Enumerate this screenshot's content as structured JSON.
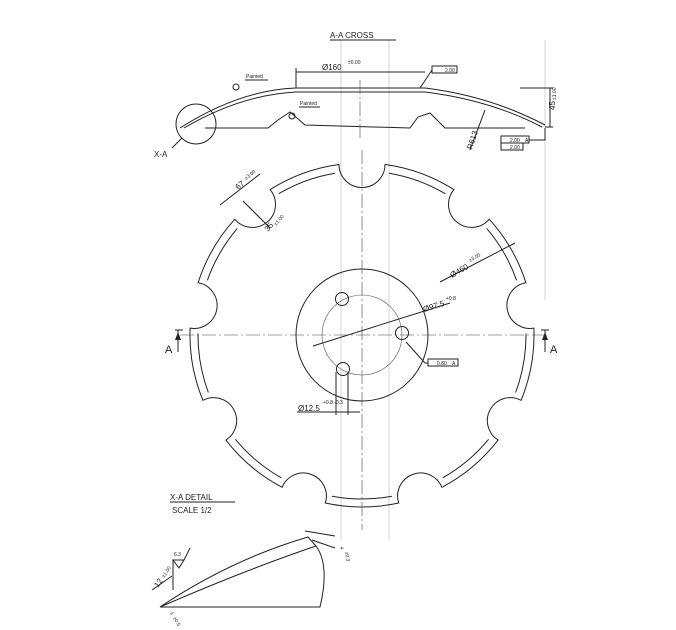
{
  "section_title": "A-A CROSS",
  "section_labels": {
    "outer_dia": "Ø160",
    "outer_dia_tol": "±0.00",
    "flatness": "2.00",
    "painted_1": "Painted",
    "painted_2": "Painted",
    "height": "45",
    "height_tol": "±1.00",
    "radius": "R613",
    "runout": "2.00",
    "runout_datum": "A",
    "circularity": "2.00",
    "detail_callout": "X-A"
  },
  "disc_labels": {
    "notch_width": "67",
    "notch_width_tol": "±3.00",
    "notch_depth": "35",
    "notch_depth_tol": "±1.00",
    "disc_dia": "Ø460",
    "disc_dia_tol": "±3.00",
    "bolt_circle": "Ø97.5",
    "bolt_circle_tol": "+0.8",
    "hole_dia": "Ø12.5",
    "hole_dia_tol": "+0.8 -0.3",
    "position_tol": "0.80",
    "position_datum": "A",
    "section_left": "A",
    "section_right": "A"
  },
  "detail": {
    "title": "X-A DETAIL",
    "scale": "SCALE 1/2",
    "bevel": "12",
    "bevel_tol": "±1.00",
    "roughness": "6.3",
    "thickness": "4",
    "thickness_tol": "±0.3",
    "edge": "1",
    "edge_tol": "±0.5"
  },
  "notch_count": 9
}
